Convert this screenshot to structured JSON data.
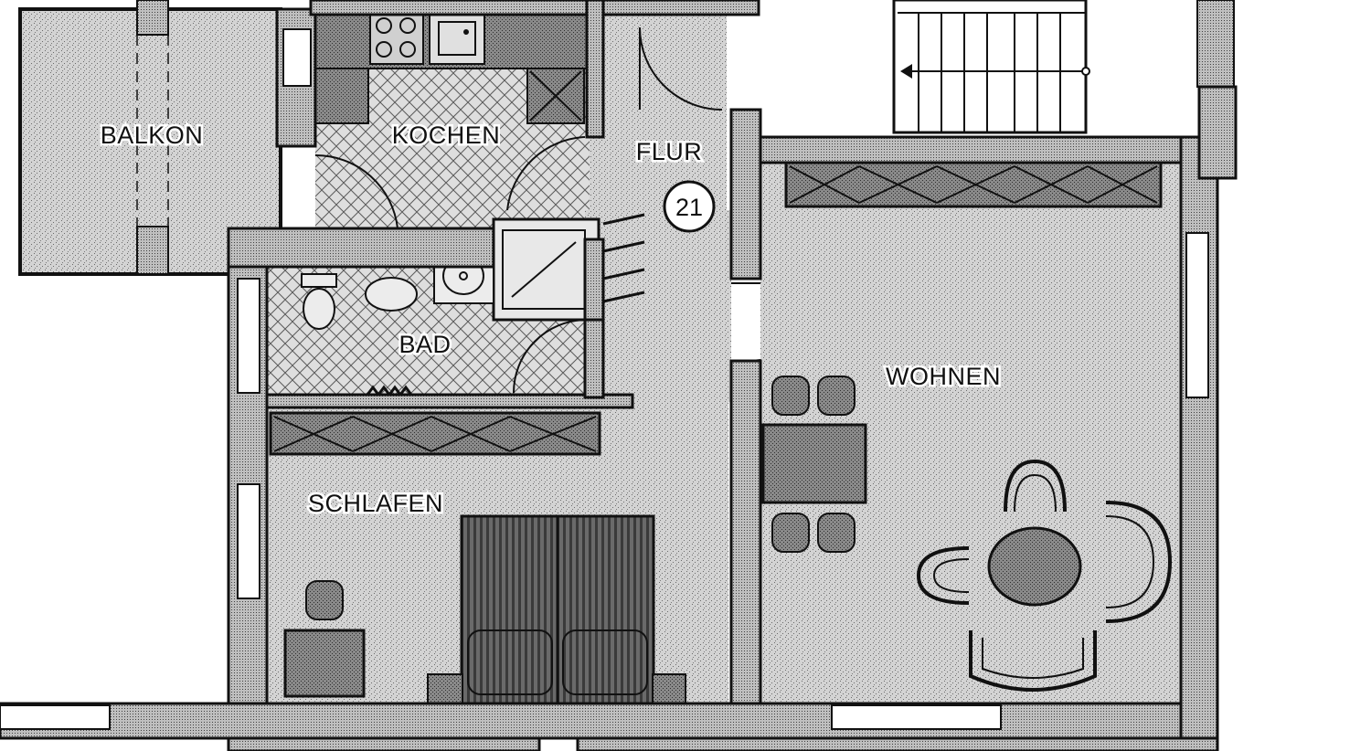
{
  "plan": {
    "rooms": {
      "balkon": "BALKON",
      "kochen": "KOCHEN",
      "flur": "FLUR",
      "bad": "BAD",
      "wohnen": "WOHNEN",
      "schlafen": "SCHLAFEN"
    },
    "unit_number": "21"
  },
  "colors": {
    "wall": "#1a1a1a",
    "floor_light": "#c9c9c9",
    "floor_dark": "#9a9a9a",
    "tile": "#bdbdbd",
    "furniture_dark": "#555555",
    "background": "#ffffff"
  }
}
